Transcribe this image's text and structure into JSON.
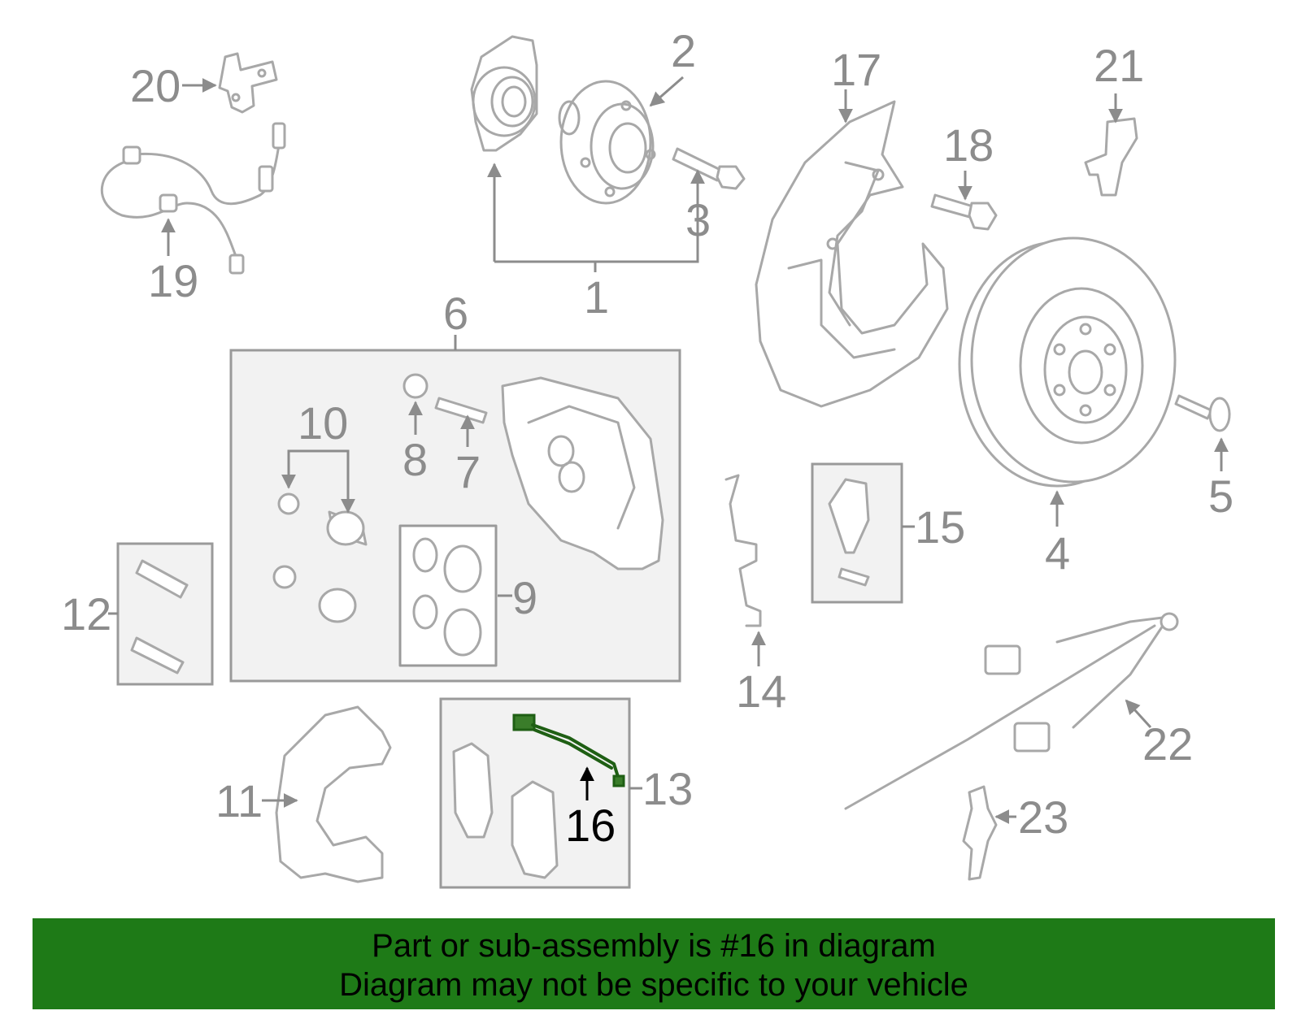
{
  "diagram": {
    "callouts": [
      "1",
      "2",
      "3",
      "4",
      "5",
      "6",
      "7",
      "8",
      "9",
      "10",
      "11",
      "12",
      "13",
      "14",
      "15",
      "16",
      "17",
      "18",
      "19",
      "20",
      "21",
      "22",
      "23"
    ],
    "highlighted_part": "16",
    "colors": {
      "banner": "#1e7a17",
      "highlight": "#3a7d2a",
      "part_lines": "#a8a8a8",
      "callout_text": "#8c8c8c"
    }
  },
  "banner": {
    "line1": "Part or sub-assembly is #16 in diagram",
    "line2": "Diagram may not be specific to your vehicle"
  }
}
